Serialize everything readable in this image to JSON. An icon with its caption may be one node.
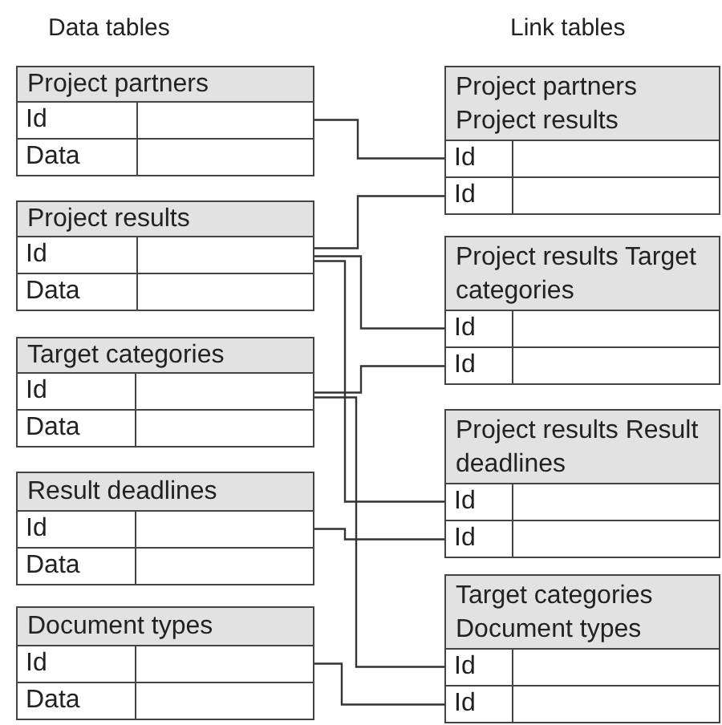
{
  "diagram": {
    "nodes": [
      {
        "text": [
          "Project partners"
        ]
      },
      {
        "text": [
          "Id"
        ],
        "in": 0
      },
      {
        "text": [
          "Data"
        ],
        "in": 0
      },
      {
        "text": [
          "Project results"
        ]
      },
      {
        "text": [
          "Id"
        ],
        "in": 3
      },
      {
        "text": [
          "Data"
        ],
        "in": 3
      },
      {
        "text": [
          "Target categories"
        ]
      },
      {
        "text": [
          "Id"
        ],
        "in": 6
      },
      {
        "text": [
          "Data"
        ],
        "in": 6
      },
      {
        "text": [
          "Result deadlines"
        ]
      },
      {
        "text": [
          "Id"
        ],
        "in": 9
      },
      {
        "text": [
          "Data"
        ],
        "in": 9
      },
      {
        "text": [
          "Document types"
        ]
      },
      {
        "text": [
          "Id"
        ],
        "in": 12
      },
      {
        "text": [
          "Data"
        ],
        "in": 12
      },
      {
        "text": [
          "Project partners Project results"
        ]
      },
      {
        "text": [
          "Id"
        ],
        "in": 15
      },
      {
        "text": [
          "Id"
        ],
        "in": 15
      },
      {
        "text": [
          "Project results Target categories"
        ]
      },
      {
        "text": [
          "Id"
        ],
        "in": 18
      },
      {
        "text": [
          "Id"
        ],
        "in": 18
      },
      {
        "text": [
          "Project results Result deadlines"
        ]
      },
      {
        "text": [
          "Id"
        ],
        "in": 21
      },
      {
        "text": [
          "Id"
        ],
        "in": 21
      },
      {
        "text": [
          "Target categories Document types"
        ]
      },
      {
        "text": [
          "Id"
        ],
        "in": 24
      },
      {
        "text": [
          "Id"
        ],
        "in": 24
      }
    ],
    "edges": [
      {
        "from": 1,
        "to": 16,
        "arrow": "none"
      },
      {
        "from": 4,
        "to": 17,
        "arrow": "none"
      },
      {
        "from": 4,
        "to": 19,
        "arrow": "none"
      },
      {
        "from": 4,
        "to": 22,
        "arrow": "none"
      },
      {
        "from": 7,
        "to": 20,
        "arrow": "none"
      },
      {
        "from": 7,
        "to": 25,
        "arrow": "none"
      },
      {
        "from": 10,
        "to": 23,
        "arrow": "none"
      },
      {
        "from": 13,
        "to": 26,
        "arrow": "none"
      }
    ],
    "labels": [
      "Data tables",
      "Link tables"
    ]
  }
}
